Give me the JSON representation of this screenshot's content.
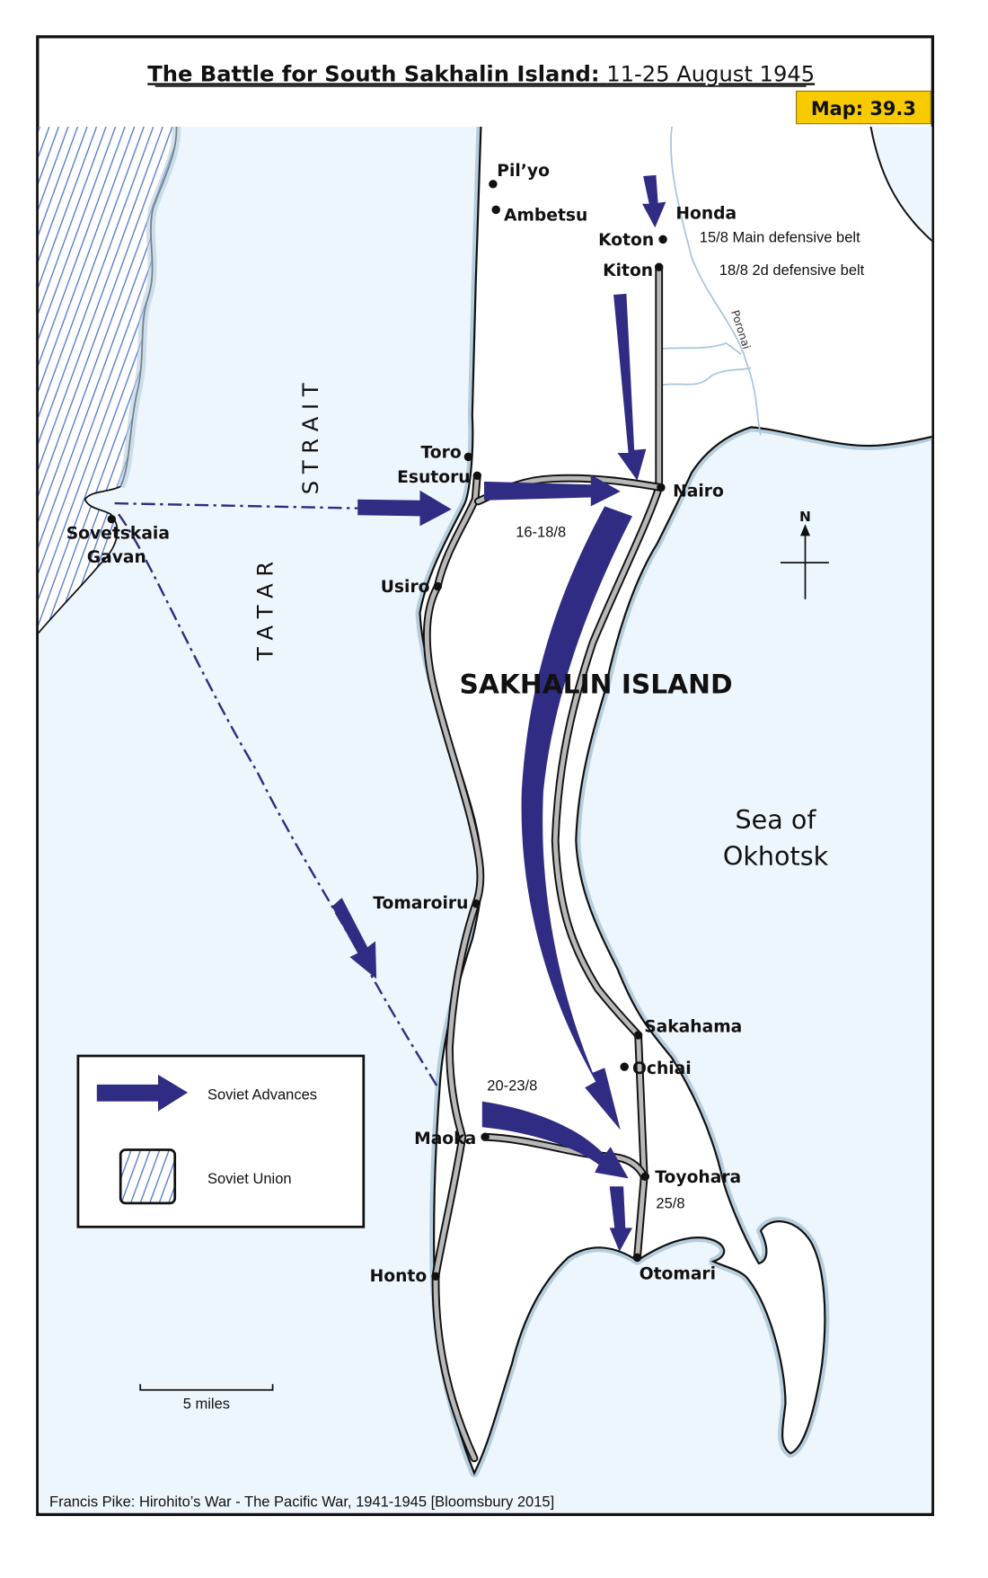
{
  "title": {
    "bold": "The Battle for South Sakhalin Island:",
    "regular": "11-25 August 1945"
  },
  "map_badge": "Map: 39.3",
  "colors": {
    "sea": "#eef6fd",
    "arrow": "#302c84",
    "badge": "#f7cb00",
    "hatch": "#4f78d0"
  },
  "places": {
    "pilyo": "Pil’yo",
    "ambetsu": "Ambetsu",
    "honda": "Honda",
    "koton": "Koton",
    "kiton": "Kiton",
    "toro": "Toro",
    "esutoru": "Esutoru",
    "nairo": "Nairo",
    "sovetskaia": "Sovetskaia",
    "gavan": "Gavan",
    "usiro": "Usiro",
    "tomaroiru": "Tomaroiru",
    "sakahama": "Sakahama",
    "ochiai": "Ochiai",
    "maoka": "Maoka",
    "toyohara": "Toyohara",
    "honto": "Honto",
    "otomari": "Otomari"
  },
  "annotations": {
    "main_belt": "15/8 Main defensive belt",
    "second_belt": "18/8 2d defensive belt",
    "date_16_18": "16-18/8",
    "date_20_23": "20-23/8",
    "date_25": "25/8",
    "river": "Poronai"
  },
  "regions": {
    "tatar": "T A T A R",
    "strait": "S T R A I T",
    "island": "SAKHALIN ISLAND",
    "sea_line1": "Sea of",
    "sea_line2": "Okhotsk"
  },
  "compass": "N",
  "legend": {
    "advances": "Soviet Advances",
    "union": "Soviet Union"
  },
  "scale": "5 miles",
  "credit": "Francis Pike:  Hirohito’s War - The Pacific War, 1941-1945   [Bloomsbury 2015]"
}
